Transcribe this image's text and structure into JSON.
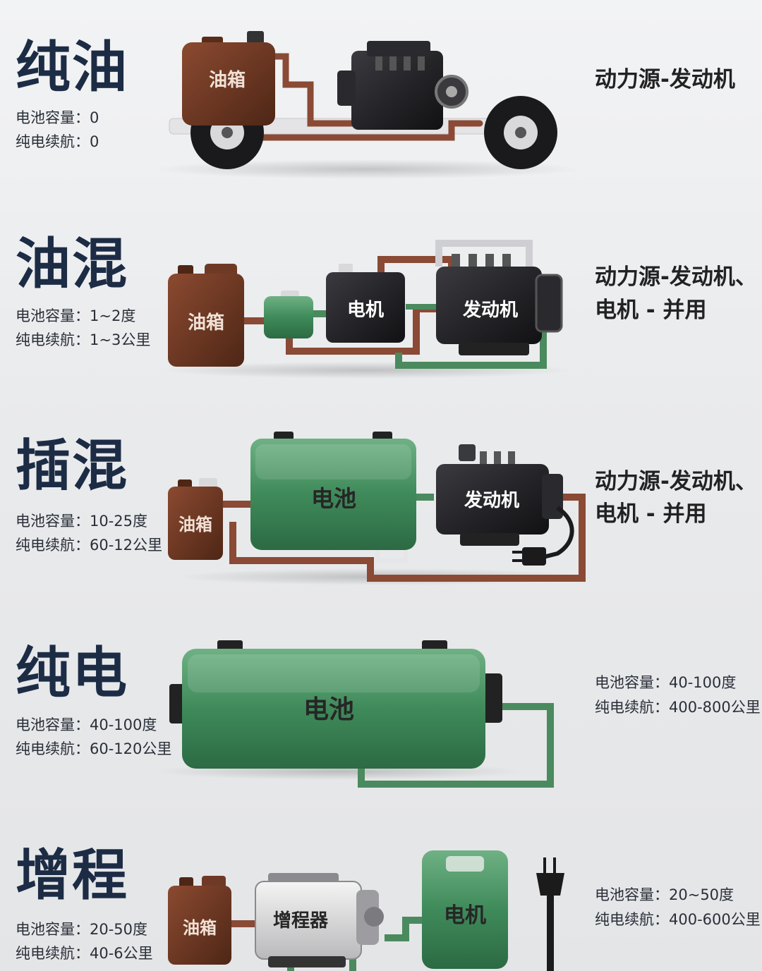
{
  "sections": [
    {
      "title": "纯油",
      "stats": [
        "电池容量：0",
        "纯电续航：0"
      ],
      "desc": [
        "动力源-发动机"
      ],
      "labels": {
        "tank": "油箱"
      }
    },
    {
      "title": "油混",
      "stats": [
        "电池容量：1~2度",
        "纯电续航：1~3公里"
      ],
      "desc": [
        "动力源-发动机、",
        "电机 - 并用"
      ],
      "labels": {
        "tank": "油箱",
        "motor": "电机",
        "engine": "发动机"
      }
    },
    {
      "title": "插混",
      "stats": [
        "电池容量：10-25度",
        "纯电续航：60-12公里"
      ],
      "desc": [
        "动力源-发动机、",
        "电机 - 并用"
      ],
      "labels": {
        "tank": "油箱",
        "battery": "电池",
        "engine": "发动机"
      }
    },
    {
      "title": "纯电",
      "stats": [
        "电池容量：40-100度",
        "纯电续航：60-120公里"
      ],
      "right_stats": [
        "电池容量：40-100度",
        "纯电续航：400-800公里"
      ],
      "labels": {
        "battery": "电池"
      }
    },
    {
      "title": "增程",
      "stats": [
        "电池容量：20-50度",
        "纯电续航：40-6公里"
      ],
      "right_stats": [
        "电池容量：20~50度",
        "纯电续航：400-600公里"
      ],
      "labels": {
        "tank": "油箱",
        "extender": "增程器",
        "motor": "电机"
      }
    }
  ],
  "colors": {
    "title": "#1d2c45",
    "tank": "#6e3a26",
    "battery": "#3f8a5a",
    "engine": "#1e1e22",
    "fuel_pipe": "#8a4a35",
    "power_pipe": "#4a8a5e"
  }
}
